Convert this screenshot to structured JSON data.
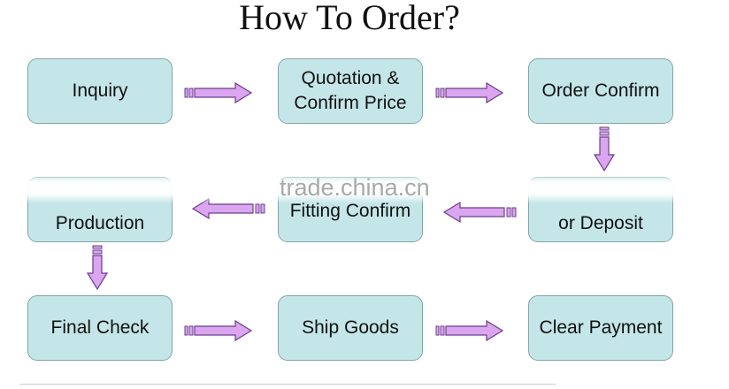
{
  "title": "How To Order?",
  "boxes": {
    "inquiry": "Inquiry",
    "quotation": "Quotation &\nConfirm Price",
    "order_confirm": "Order Confirm",
    "bulk_production": "Production",
    "fitting_confirm": "Fitting Confirm",
    "deposit": "or Deposit",
    "final_check": "Final Check",
    "ship_goods": "Ship Goods",
    "clear_payment": "Clear Payment"
  },
  "watermark": "trade.china.cn",
  "colors": {
    "box_fill": "#c5e6e8",
    "box_border": "#7fa6ab",
    "arrow_fill": "#d9a6ef",
    "arrow_stroke": "#6e3d8c"
  }
}
